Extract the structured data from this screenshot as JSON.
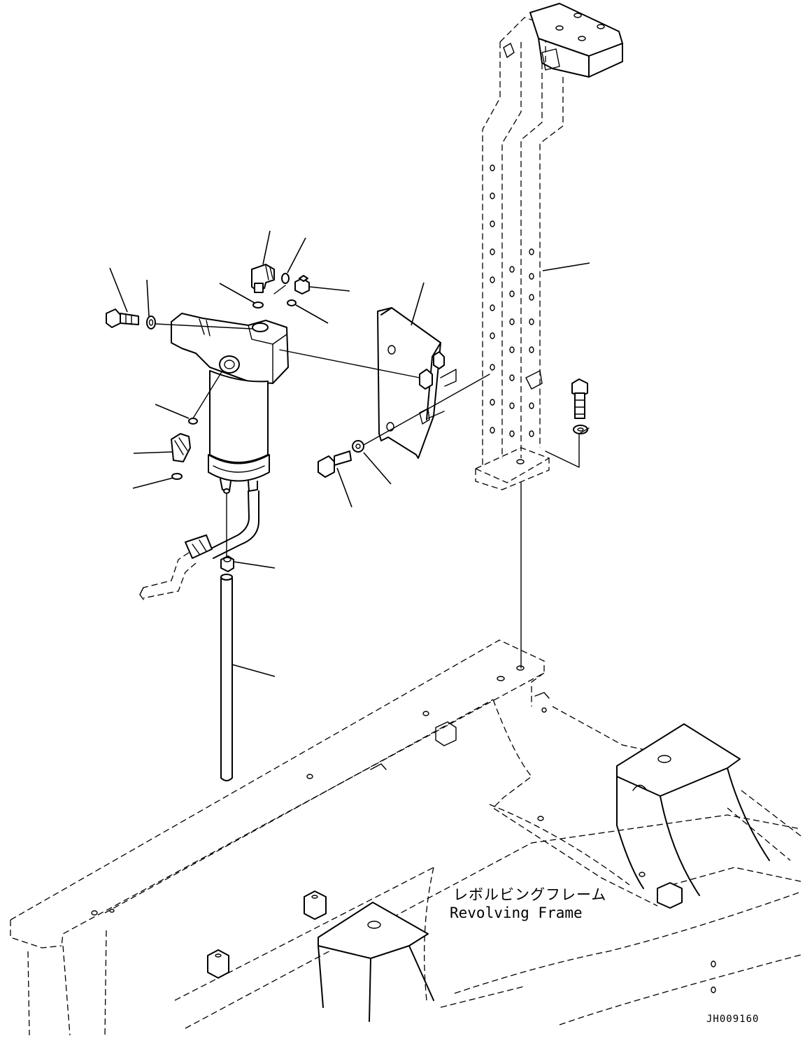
{
  "labels": {
    "frame_name_ja": "レボルビングフレーム",
    "frame_name_en": "Revolving Frame",
    "drawing_code": "JH009160"
  },
  "parts": [
    {
      "icon": "banjo-bolt-icon"
    },
    {
      "icon": "washer-icon"
    },
    {
      "icon": "elbow-fitting-icon"
    },
    {
      "icon": "o-ring-icon"
    },
    {
      "icon": "plug-icon"
    },
    {
      "icon": "fuel-filter-icon"
    },
    {
      "icon": "bracket-plate-icon"
    },
    {
      "icon": "mounting-bolt-icon"
    },
    {
      "icon": "support-column-icon"
    },
    {
      "icon": "drain-hose-icon"
    },
    {
      "icon": "hose-clamp-icon"
    }
  ]
}
